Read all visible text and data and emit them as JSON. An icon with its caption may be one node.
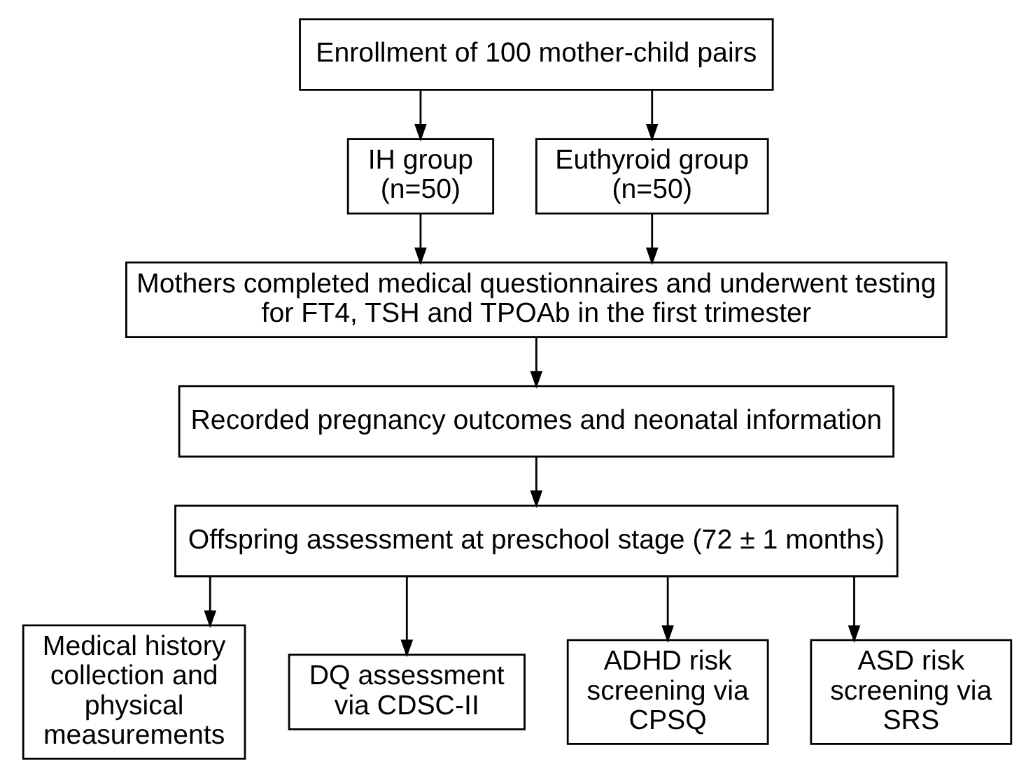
{
  "diagram": {
    "nodes": [
      {
        "text": [
          "Enrollment of 100 mother-child pairs"
        ]
      },
      {
        "text": [
          "IH group (n=50)"
        ]
      },
      {
        "text": [
          "Euthyroid group (n=50)"
        ]
      },
      {
        "text": [
          "Mothers completed medical questionnaires and underwent testing for FT4, TSH and TPOAb in the first trimester"
        ]
      },
      {
        "text": [
          "Recorded pregnancy outcomes and neonatal information"
        ]
      },
      {
        "text": [
          "Offspring assessment at preschool stage (72 ± 1 months)"
        ]
      },
      {
        "text": [
          "Medical history collection and physical measurements"
        ]
      },
      {
        "text": [
          "DQ assessment via CDSC-II"
        ]
      },
      {
        "text": [
          "ADHD risk screening via CPSQ"
        ]
      },
      {
        "text": [
          "ASD risk screening via SRS"
        ]
      }
    ],
    "edges": [
      {
        "from": 0,
        "to": 1,
        "arrow": "to"
      },
      {
        "from": 0,
        "to": 2,
        "arrow": "to"
      },
      {
        "from": 1,
        "to": 3,
        "arrow": "to"
      },
      {
        "from": 2,
        "to": 3,
        "arrow": "to"
      },
      {
        "from": 3,
        "to": 4,
        "arrow": "to"
      },
      {
        "from": 4,
        "to": 5,
        "arrow": "to"
      },
      {
        "from": 5,
        "to": 6,
        "arrow": "to"
      },
      {
        "from": 5,
        "to": 7,
        "arrow": "to"
      },
      {
        "from": 5,
        "to": 8,
        "arrow": "to"
      },
      {
        "from": 5,
        "to": 9,
        "arrow": "to"
      }
    ]
  }
}
